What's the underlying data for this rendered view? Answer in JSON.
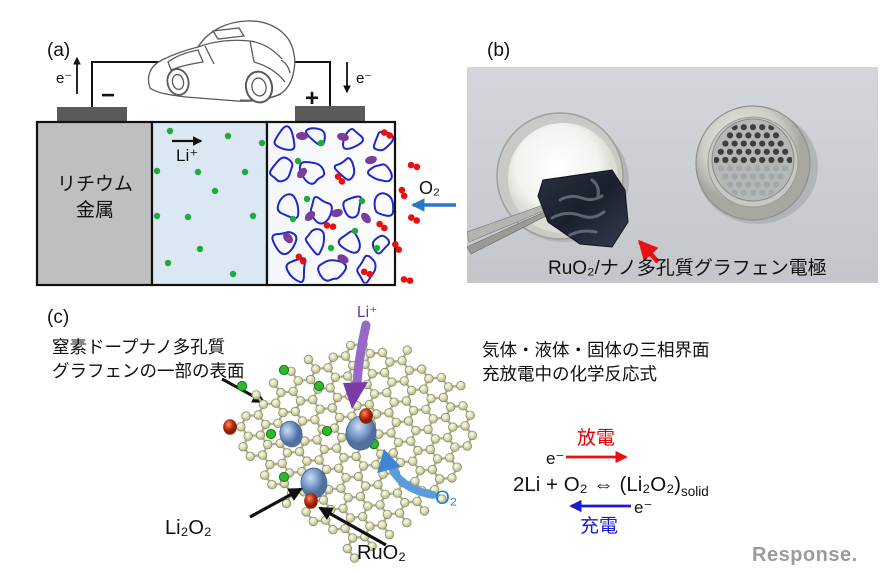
{
  "figure": {
    "panel_a": {
      "label": "(a)",
      "electron_out": "e⁻",
      "electron_in": "e⁻",
      "minus_terminal": "−",
      "plus_terminal": "+",
      "anode_line1": "リチウム",
      "anode_line2": "金属",
      "li_ion_label": "Li⁺",
      "oxygen_label": "O₂"
    },
    "panel_b": {
      "label": "(b)",
      "caption": "RuO₂/ナノ多孔質グラフェン電極"
    },
    "panel_c": {
      "label": "(c)",
      "surface_note_line1": "窒素ドープナノ多孔質",
      "surface_note_line2": "グラフェンの一部の表面",
      "li_ion_label": "Li⁺",
      "oxygen_label": "O₂",
      "li2o2_label": "Li₂O₂",
      "ruo2_label": "RuO₂"
    },
    "reaction": {
      "heading_line1": "気体・液体・固体の三相界面",
      "heading_line2": "充放電中の化学反応式",
      "discharge_label": "放電",
      "charge_label": "充電",
      "electron_top": "e⁻",
      "electron_bottom": "e⁻",
      "equation_main": "2Li + O₂ ⇔ (Li₂O₂)",
      "equation_sub": "solid"
    },
    "watermark": "Response."
  },
  "colors": {
    "discharge_red": "#e60000",
    "charge_blue": "#1a1ad0",
    "oxygen_arrow_blue": "#2878c8",
    "oxygen_label_blue": "#1b7fd4",
    "li_ion_purple": "#5b35b8",
    "pore_outline_blue": "#2026c8",
    "nitrogen_green": "#2db82d",
    "ruo2_red": "#cf3510",
    "li2o2_blue": "#6f93c8",
    "purple_particle": "#7a3d9b",
    "electrolyte_blue": "#dbe7f3",
    "lithium_gray": "#bfbfbf"
  }
}
